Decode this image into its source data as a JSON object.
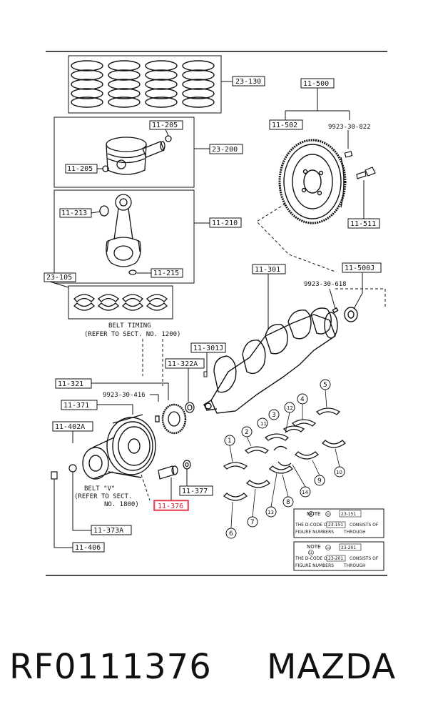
{
  "labels": {
    "ring_set": "23-130",
    "piston_pin_clip": "11-205",
    "piston_pin_clip_b": "11-205",
    "piston_assy": "23-200",
    "con_rod_bush": "11-213",
    "con_rod_assy": "11-210",
    "con_rod_bolt": "11-215",
    "con_rod_bearing": "23-105",
    "flywheel_group": "11-500",
    "flywheel": "11-502",
    "flywheel_pin": "9923-30-822",
    "flywheel_bolt": "11-511",
    "crankshaft": "11-301",
    "pilot_bearing": "11-500J",
    "crank_pin": "9923-30-618",
    "crank_key": "11-301J",
    "timing_pulley": "11-321",
    "pulley_key_a": "11-322A",
    "pulley_pin": "9923-30-416",
    "timing_plate": "11-371",
    "crank_pulley": "11-402A",
    "pulley_bolt": "11-377",
    "lock_bolt": "11-376",
    "pulley_washer": "11-373A",
    "pulley_bolt_b": "11-406"
  },
  "notes": {
    "belt_timing_1": "BELT TIMING",
    "belt_timing_2": "(REFER TO SECT. NO. 1200)",
    "belt_v_1": "BELT \"V\"",
    "belt_v_2": "(REFER TO SECT.",
    "belt_v_3": "NO. 1800)"
  },
  "bearings": [
    "1",
    "2",
    "3",
    "4",
    "5",
    "6",
    "7",
    "8",
    "9",
    "10",
    "11",
    "12",
    "13",
    "14"
  ],
  "note_boxes": [
    {
      "title": "NOTE",
      "range_from": "1",
      "range_to": "10",
      "ref": "23-151",
      "line1a": "THE D-CODE OF",
      "line1b": "CONSISTS OF",
      "line2a": "FIGURE NUMBERS",
      "line2b": "THROUGH"
    },
    {
      "title": "NOTE",
      "range_from": "11",
      "range_to": "14",
      "ref": "23-201",
      "line1a": "THE D-CODE OF",
      "line1b": "CONSISTS OF",
      "line2a": "FIGURE NUMBERS",
      "line2b": "THROUGH"
    }
  ],
  "caption": {
    "part_number": "RF0111376",
    "brand": "MAZDA"
  },
  "colors": {
    "highlight": "#e0203a",
    "ink": "#111111"
  }
}
